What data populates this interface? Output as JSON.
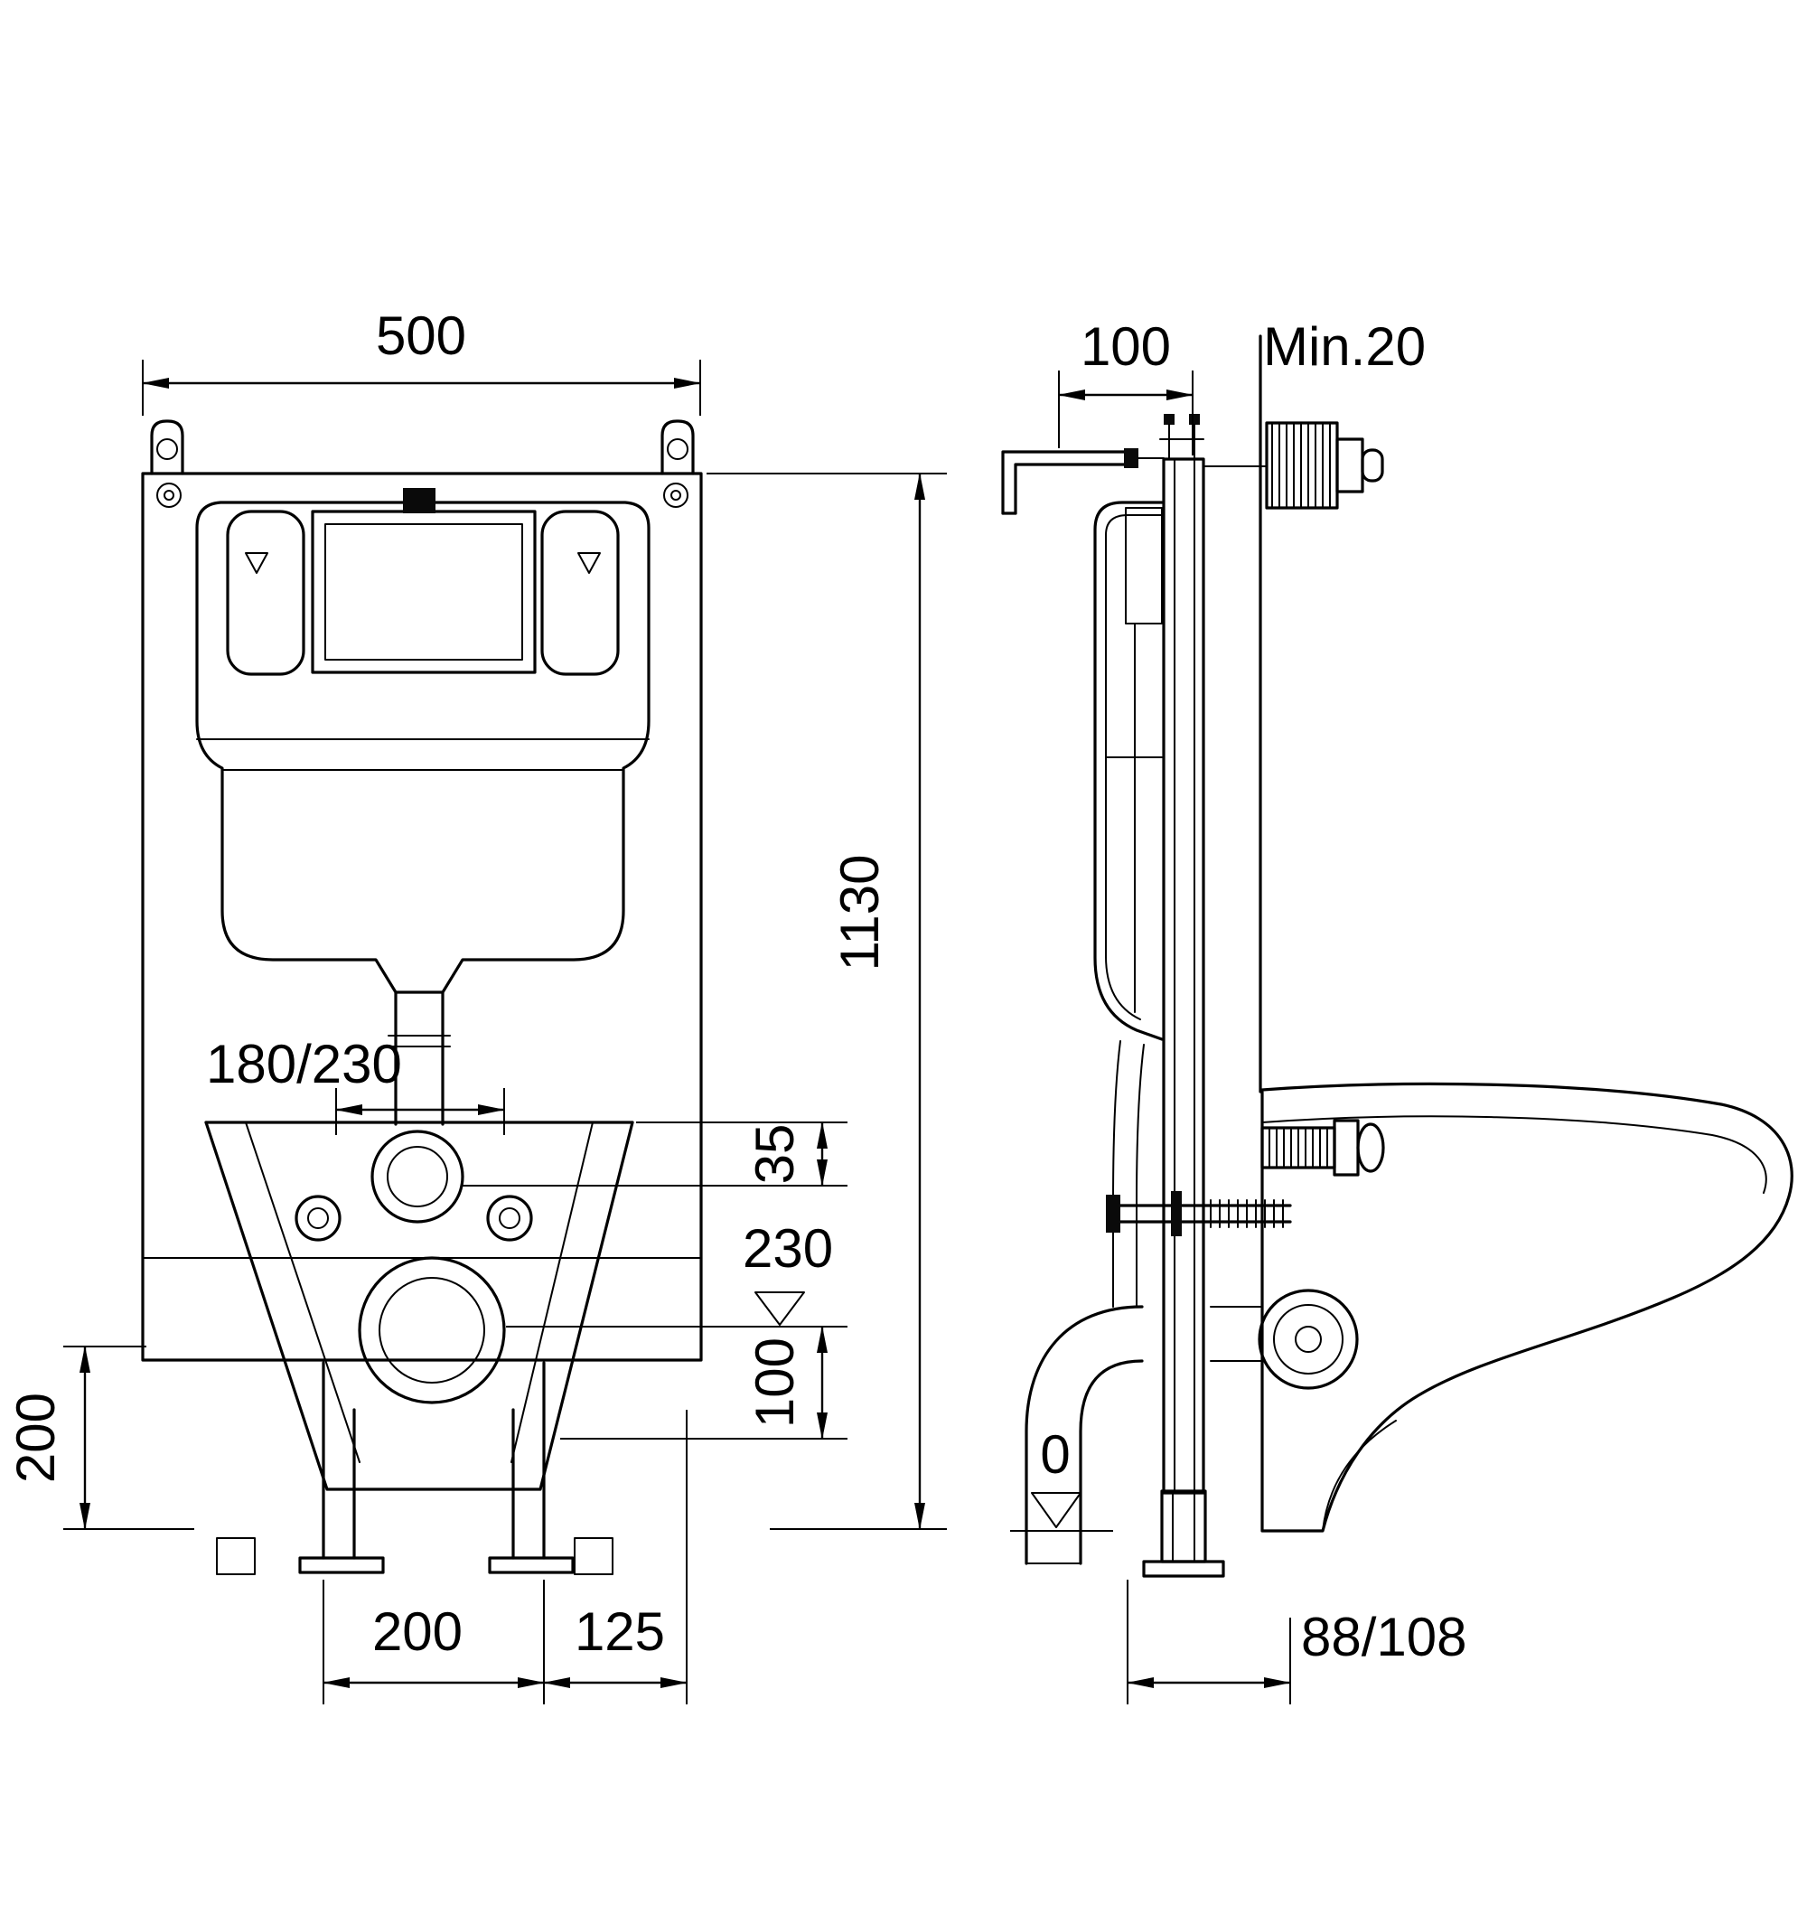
{
  "page": {
    "background": "#ffffff",
    "line_color": "#000000"
  },
  "front_view": {
    "dim_width": "500",
    "dim_height": "1130",
    "dim_flush_offset": "180/230",
    "dim_drop_35": "35",
    "level_230": "230",
    "dim_outlet_100": "100",
    "dim_adjust_200": "200",
    "dim_base_200": "200",
    "dim_base_125": "125"
  },
  "side_view": {
    "dim_depth_100": "100",
    "dim_min_wall": "Min.20",
    "level_0": "0",
    "dim_outlet_88_108": "88/108"
  }
}
